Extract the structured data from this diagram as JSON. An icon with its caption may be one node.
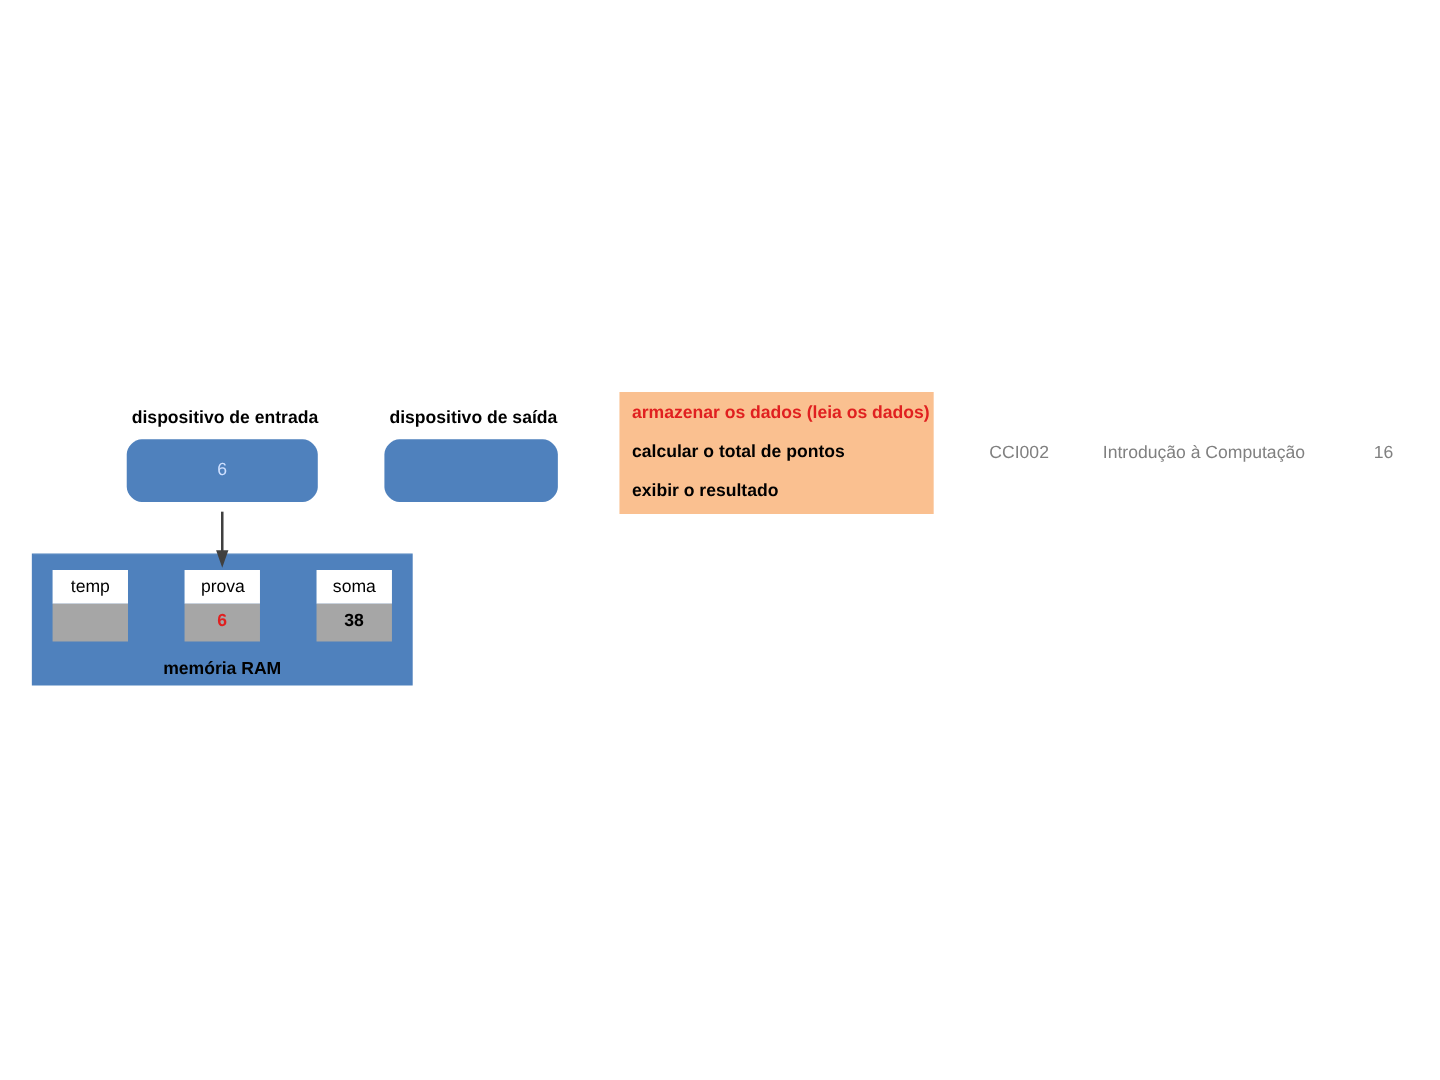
{
  "diagram": {
    "nodes": [
      {
        "text": [
          "memória RAM"
        ]
      },
      {
        "text": [
          "soma",
          "38"
        ],
        "in": 0
      },
      {
        "text": [
          "prova",
          "6"
        ],
        "in": 0
      },
      {
        "text": [
          "temp"
        ],
        "in": 0
      },
      {
        "text": [
          "dispositivo de entrada",
          "6"
        ]
      },
      {
        "text": [
          "dispositivo de saída"
        ]
      },
      {
        "text": [
          "armazenar os dados (leia os dados)",
          "calcular o total de pontos",
          "exibir o resultado"
        ]
      }
    ],
    "edges": [
      {
        "from": 4,
        "to": 2,
        "arrow": "to"
      }
    ],
    "labels": [
      "CCI002",
      "Introdução à Computação",
      "16"
    ]
  }
}
